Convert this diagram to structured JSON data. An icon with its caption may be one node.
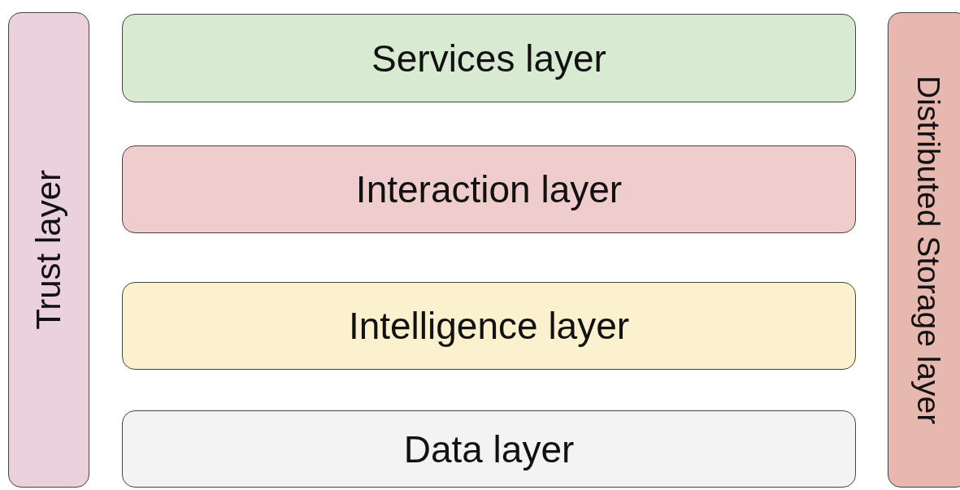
{
  "diagram": {
    "nodes": [
      {
        "text": [
          "Trust layer"
        ]
      },
      {
        "text": [
          "Services layer"
        ]
      },
      {
        "text": [
          "Interaction layer"
        ]
      },
      {
        "text": [
          "Intelligence layer"
        ]
      },
      {
        "text": [
          "Data layer"
        ]
      },
      {
        "text": [
          "Distributed Storage layer"
        ]
      }
    ],
    "edges": []
  }
}
